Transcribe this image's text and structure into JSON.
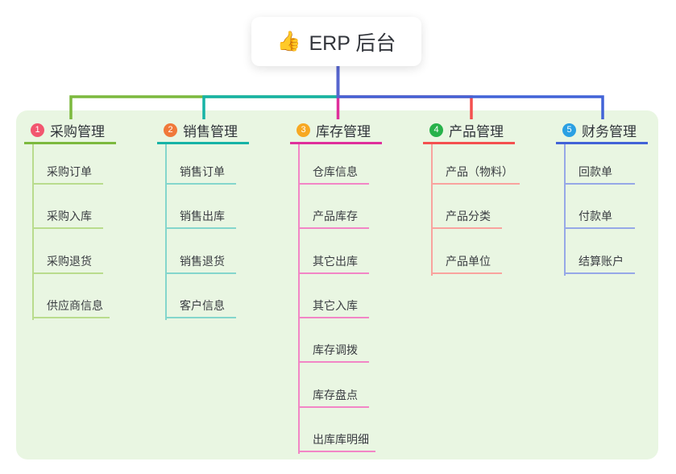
{
  "root": {
    "icon": "👍",
    "icon_name": "thumbs-up-icon",
    "title": "ERP 后台"
  },
  "colors": {
    "page_bg": "#ffffff",
    "panel_bg": "#e9f6e2",
    "root_box_bg": "#ffffff",
    "root_line": "#5766cf",
    "title_text": "#32353b",
    "branch_text": "#30343a",
    "child_text": "#3a3d42"
  },
  "branches": [
    {
      "badge": "1",
      "title": "采购管理",
      "badge_color": "#f2566f",
      "line_color": "#7cb93e",
      "light_color": "#b9dc8d",
      "children": [
        "采购订单",
        "采购入库",
        "采购退货",
        "供应商信息"
      ]
    },
    {
      "badge": "2",
      "title": "销售管理",
      "badge_color": "#f0793a",
      "line_color": "#17b3a6",
      "light_color": "#84d6cc",
      "children": [
        "销售订单",
        "销售出库",
        "销售退货",
        "客户信息"
      ]
    },
    {
      "badge": "3",
      "title": "库存管理",
      "badge_color": "#f7a822",
      "line_color": "#df2f9b",
      "light_color": "#f286c6",
      "children": [
        "仓库信息",
        "产品库存",
        "其它出库",
        "其它入库",
        "库存调拨",
        "库存盘点",
        "出库库明细"
      ]
    },
    {
      "badge": "4",
      "title": "产品管理",
      "badge_color": "#27b24a",
      "line_color": "#f4504f",
      "light_color": "#f9a39e",
      "children": [
        "产品（物料）",
        "产品分类",
        "产品单位"
      ]
    },
    {
      "badge": "5",
      "title": "财务管理",
      "badge_color": "#2ba0e3",
      "line_color": "#4263d7",
      "light_color": "#96a8e7",
      "children": [
        "回款单",
        "付款单",
        "结算账户"
      ]
    }
  ]
}
